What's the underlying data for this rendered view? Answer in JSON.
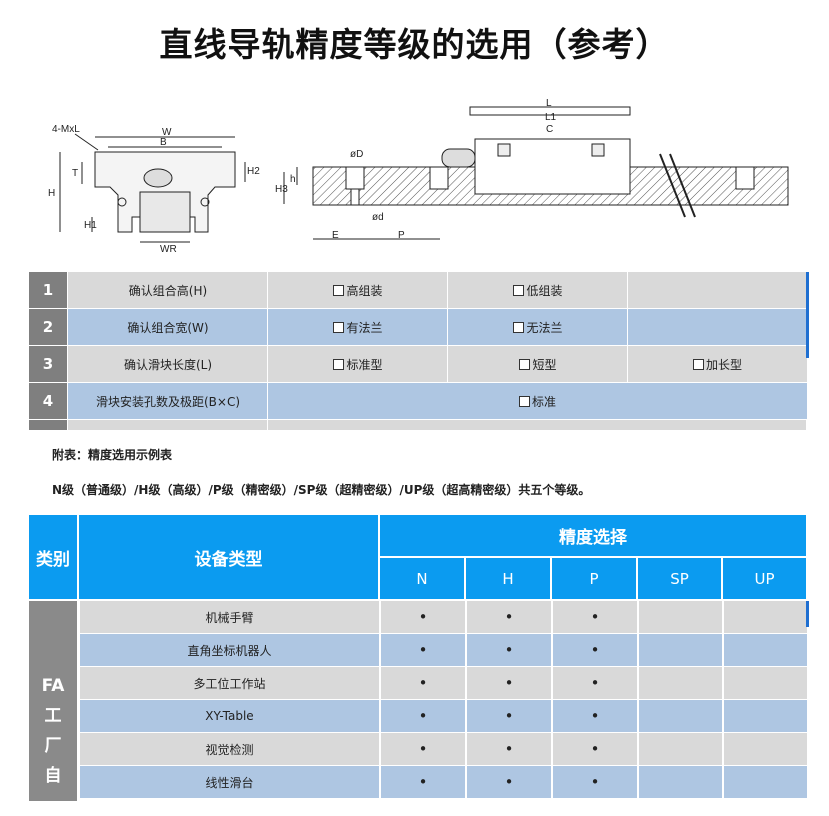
{
  "title": "直线导轨精度等级的选用（参考）",
  "drawing_labels": {
    "mxl": "4-MxL",
    "w": "W",
    "b": "B",
    "h2": "H2",
    "t": "T",
    "h": "H",
    "h1": "H1",
    "wr": "WR",
    "phi_d_big": "øD",
    "phi_d_small": "ød",
    "h_small": "h",
    "h_rail": "H3",
    "e": "E",
    "p": "P",
    "l": "L",
    "l1": "L1",
    "c": "C"
  },
  "selection_rows": [
    {
      "num": "1",
      "label": "确认组合高(H)",
      "options": [
        "高组装",
        "低组装"
      ]
    },
    {
      "num": "2",
      "label": "确认组合宽(W)",
      "options": [
        "有法兰",
        "无法兰"
      ]
    },
    {
      "num": "3",
      "label": "确认滑块长度(L)",
      "options": [
        "标准型",
        "短型",
        "加长型"
      ]
    },
    {
      "num": "4",
      "label": "滑块安装孔数及极距(B×C)",
      "options": [
        "标准"
      ]
    }
  ],
  "notes": {
    "appendix": "附表：精度选用示例表",
    "grades_line": "N级（普通级）/H级（高级）/P级（精密级）/SP级（超精密级）/UP级（超高精密级）共五个等级。"
  },
  "precision_table": {
    "col_category": "类别",
    "col_device": "设备类型",
    "col_precision": "精度选择",
    "grades": [
      "N",
      "H",
      "P",
      "SP",
      "UP"
    ],
    "category_label": [
      "FA",
      "工",
      "厂",
      "自"
    ],
    "rows": [
      {
        "device": "机械手臂",
        "marks": [
          "•",
          "•",
          "•",
          "",
          ""
        ]
      },
      {
        "device": "直角坐标机器人",
        "marks": [
          "•",
          "•",
          "•",
          "",
          ""
        ]
      },
      {
        "device": "多工位工作站",
        "marks": [
          "•",
          "•",
          "•",
          "",
          ""
        ]
      },
      {
        "device": "XY-Table",
        "marks": [
          "•",
          "•",
          "•",
          "",
          ""
        ]
      },
      {
        "device": "视觉检测",
        "marks": [
          "•",
          "•",
          "•",
          "",
          ""
        ]
      },
      {
        "device": "线性滑台",
        "marks": [
          "•",
          "•",
          "•",
          "",
          ""
        ]
      }
    ]
  },
  "colors": {
    "header_blue": "#0b9bf0",
    "row_blue": "#aec6e2",
    "row_gray": "#d9d9d9",
    "num_gray": "#7f7f7f"
  }
}
